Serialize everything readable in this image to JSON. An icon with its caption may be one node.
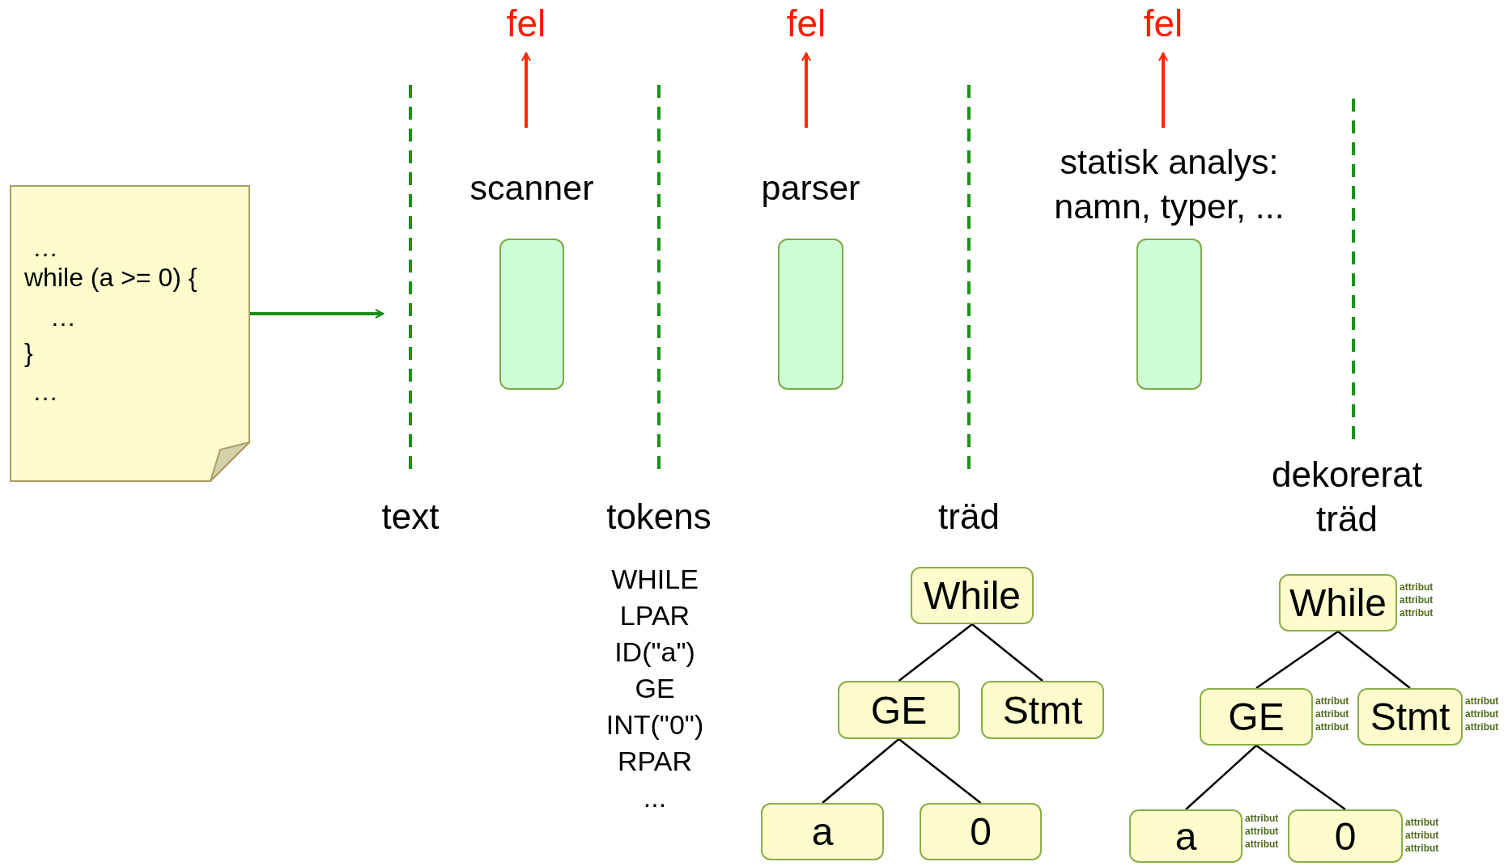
{
  "diagram": {
    "nodes": [
      {
        "text": [
          "…",
          "while (a >= 0) {",
          "…",
          "}",
          "…"
        ]
      },
      {
        "text": [
          "scanner"
        ]
      },
      {
        "text": [
          "fel"
        ]
      },
      {
        "text": [
          "parser"
        ]
      },
      {
        "text": [
          "fel"
        ]
      },
      {
        "text": [
          "statisk analys: namn, typer, ..."
        ]
      },
      {
        "text": [
          "fel"
        ]
      },
      {
        "text": [
          "While"
        ]
      },
      {
        "text": [
          "GE"
        ]
      },
      {
        "text": [
          "Stmt"
        ]
      },
      {
        "text": [
          "a"
        ]
      },
      {
        "text": [
          "0"
        ]
      },
      {
        "text": [
          "While"
        ],
        "beside": [
          "attribut",
          "attribut",
          "attribut"
        ]
      },
      {
        "text": [
          "GE"
        ],
        "beside": [
          "attribut",
          "attribut",
          "attribut"
        ]
      },
      {
        "text": [
          "Stmt"
        ],
        "beside": [
          "attribut",
          "attribut",
          "attribut"
        ]
      },
      {
        "text": [
          "a"
        ],
        "beside": [
          "attribut",
          "attribut",
          "attribut"
        ]
      },
      {
        "text": [
          "0"
        ],
        "beside": [
          "attribut",
          "attribut",
          "attribut"
        ]
      }
    ],
    "edges": [
      {
        "from": 0,
        "to": null,
        "arrow": "to",
        "color": "#1a8c1a"
      },
      {
        "from": 1,
        "to": 2,
        "arrow": "to",
        "color": "#ff2a00"
      },
      {
        "from": 3,
        "to": 4,
        "arrow": "to",
        "color": "#ff2a00"
      },
      {
        "from": 5,
        "to": 6,
        "arrow": "to",
        "color": "#ff2a00"
      },
      {
        "from": 7,
        "to": 8,
        "arrow": "none"
      },
      {
        "from": 7,
        "to": 9,
        "arrow": "none"
      },
      {
        "from": 8,
        "to": 10,
        "arrow": "none"
      },
      {
        "from": 8,
        "to": 11,
        "arrow": "none"
      },
      {
        "from": 12,
        "to": 13,
        "arrow": "none"
      },
      {
        "from": 12,
        "to": 14,
        "arrow": "none"
      },
      {
        "from": 13,
        "to": 15,
        "arrow": "none"
      },
      {
        "from": 13,
        "to": 16,
        "arrow": "none"
      }
    ],
    "labels": [
      "text",
      "tokens",
      "träd",
      "dekorerat träd",
      "WHILE",
      "LPAR",
      "ID(\"a\")",
      "GE",
      "INT(\"0\")",
      "RPAR",
      "..."
    ]
  }
}
